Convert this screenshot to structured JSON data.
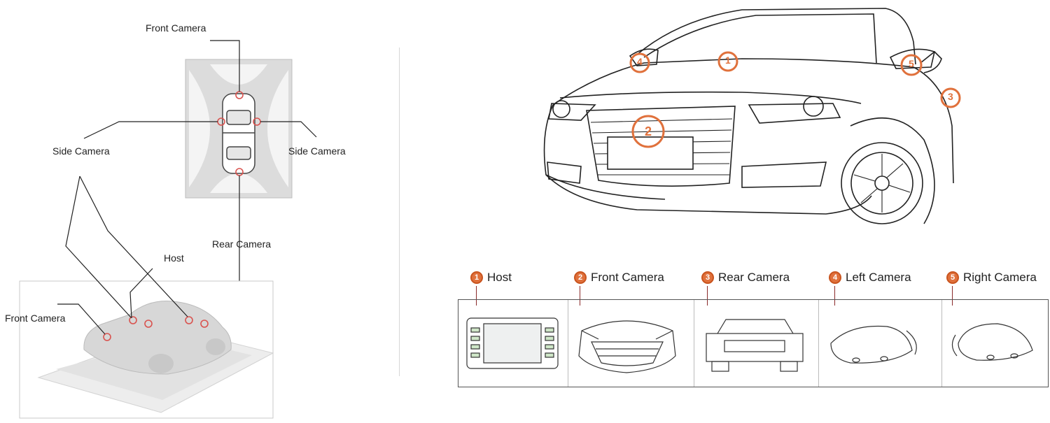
{
  "left": {
    "top_view_labels": {
      "front": "Front Camera",
      "side_left": "Side Camera",
      "side_right": "Side Camera",
      "rear": "Rear Camera"
    },
    "perspective_labels": {
      "host": "Host",
      "front": "Front Camera"
    }
  },
  "right": {
    "markers": [
      "1",
      "2",
      "4",
      "5",
      "3"
    ],
    "legend": [
      {
        "num": "1",
        "label": "Host"
      },
      {
        "num": "2",
        "label": "Front Camera"
      },
      {
        "num": "3",
        "label": "Rear Camera"
      },
      {
        "num": "4",
        "label": "Left Camera"
      },
      {
        "num": "5",
        "label": "Right Camera"
      }
    ]
  },
  "colors": {
    "marker": "#e0713c",
    "marker_stroke": "#c9541e",
    "red_dot": "#d9534f",
    "panel": "#dcdcdc"
  }
}
